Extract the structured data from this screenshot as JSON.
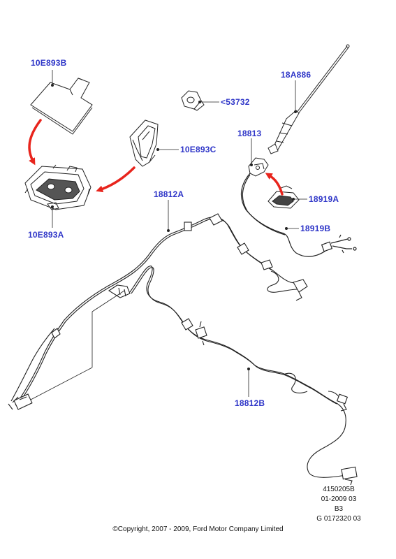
{
  "parts": {
    "p10E893B": "10E893B",
    "p10E893A": "10E893A",
    "p10E893C": "10E893C",
    "p53732": "<53732",
    "p18A886": "18A886",
    "p18813": "18813",
    "p18919A": "18919A",
    "p18919B": "18919B",
    "p18812A": "18812A",
    "p18812B": "18812B"
  },
  "info": {
    "line1": "4150205B",
    "line2": "01-2009 03",
    "line3": "B3",
    "line4": "G 0172320 03"
  },
  "copyright": "©Copyright, 2007 - 2009, Ford Motor Company Limited",
  "colors": {
    "label": "#2f36c8",
    "arrow": "#e8241c",
    "line": "#222222"
  }
}
